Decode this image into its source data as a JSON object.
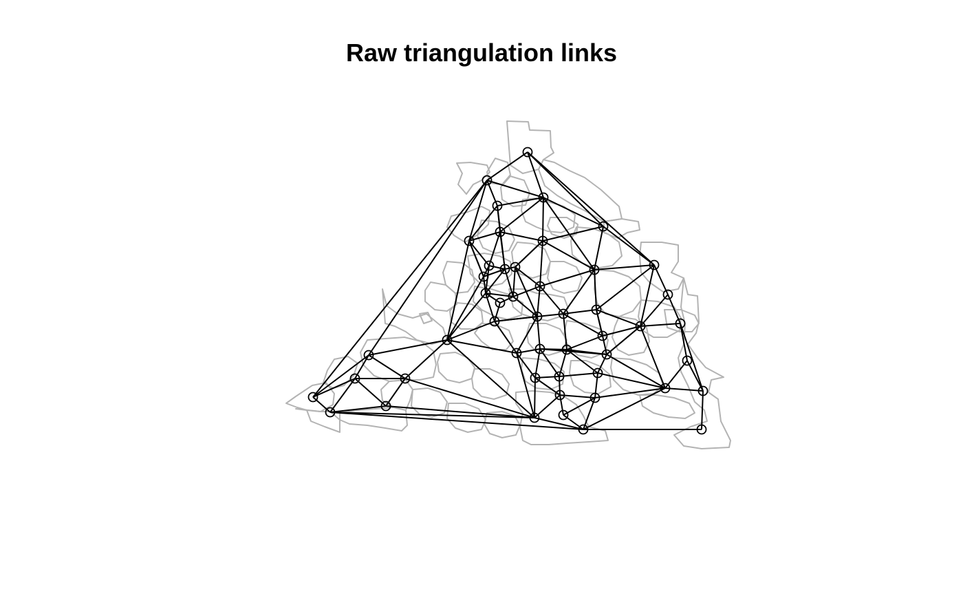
{
  "title": "Raw triangulation links",
  "colors": {
    "background": "#ffffff",
    "boundaries": "#b3b3b3",
    "links": "#000000",
    "nodes": "#000000"
  },
  "node_marker": "open-circle",
  "node_count": 54,
  "link_count": 152
}
